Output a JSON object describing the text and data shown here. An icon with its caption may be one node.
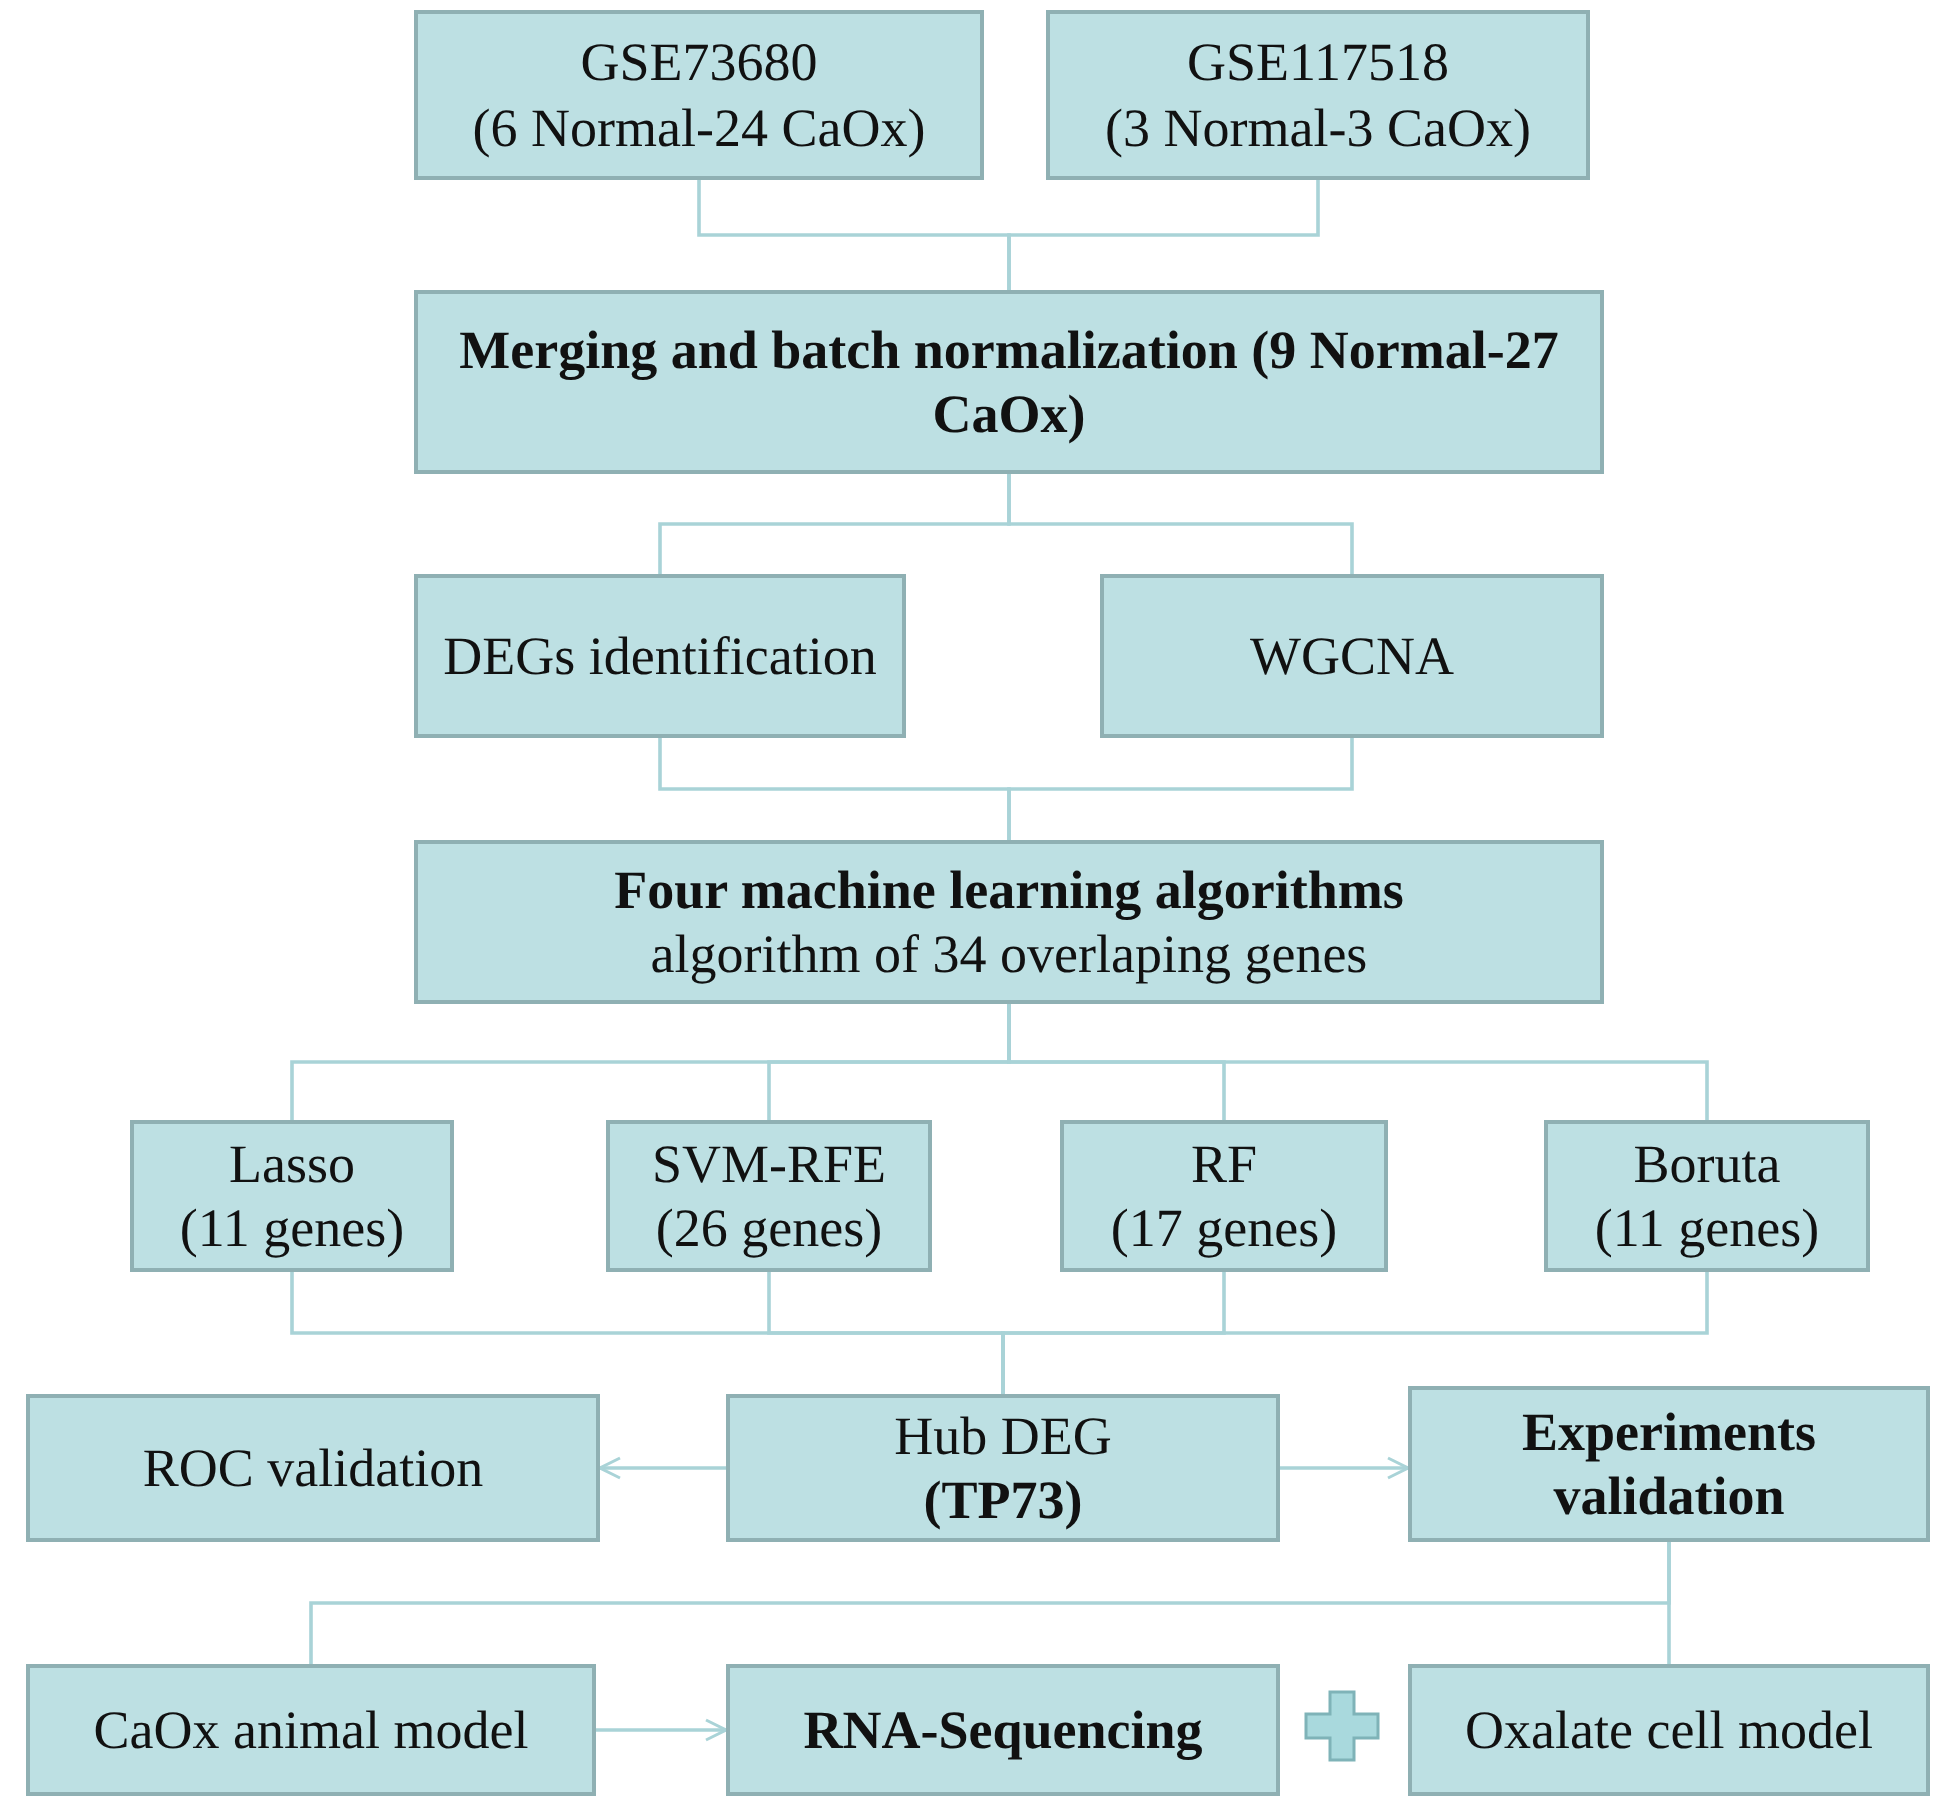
{
  "diagram": {
    "nodes": [
      {
        "text": [
          "GSE73680",
          "(6 Normal-24 CaOx)"
        ]
      },
      {
        "text": [
          "GSE117518",
          "(3 Normal-3 CaOx)"
        ]
      },
      {
        "text": [
          "Merging and batch normalization (9 Normal-27 CaOx)"
        ]
      },
      {
        "text": [
          "DEGs identification"
        ]
      },
      {
        "text": [
          "WGCNA"
        ]
      },
      {
        "text": [
          "Four machine learning algorithms",
          "algorithm of 34 overlaping genes"
        ]
      },
      {
        "text": [
          "Lasso",
          "(11 genes)"
        ]
      },
      {
        "text": [
          "SVM-RFE",
          "(26 genes)"
        ]
      },
      {
        "text": [
          "RF",
          "(17 genes)"
        ]
      },
      {
        "text": [
          "Boruta",
          "(11 genes)"
        ]
      },
      {
        "text": [
          "Hub DEG",
          "(TP73)"
        ]
      },
      {
        "text": [
          "ROC validation"
        ]
      },
      {
        "text": [
          "Experiments validation"
        ]
      },
      {
        "text": [
          "CaOx animal model"
        ]
      },
      {
        "text": [
          "RNA-Sequencing"
        ]
      },
      {
        "text": [
          "Oxalate cell model"
        ]
      }
    ],
    "edges": [
      {
        "from": 0,
        "to": 2,
        "arrow": "none"
      },
      {
        "from": 1,
        "to": 2,
        "arrow": "none"
      },
      {
        "from": 2,
        "to": 3,
        "arrow": "none"
      },
      {
        "from": 2,
        "to": 4,
        "arrow": "none"
      },
      {
        "from": 3,
        "to": 5,
        "arrow": "none"
      },
      {
        "from": 4,
        "to": 5,
        "arrow": "none"
      },
      {
        "from": 5,
        "to": 6,
        "arrow": "none"
      },
      {
        "from": 5,
        "to": 7,
        "arrow": "none"
      },
      {
        "from": 5,
        "to": 8,
        "arrow": "none"
      },
      {
        "from": 5,
        "to": 9,
        "arrow": "none"
      },
      {
        "from": 6,
        "to": 10,
        "arrow": "none"
      },
      {
        "from": 7,
        "to": 10,
        "arrow": "none"
      },
      {
        "from": 8,
        "to": 10,
        "arrow": "none"
      },
      {
        "from": 9,
        "to": 10,
        "arrow": "none"
      },
      {
        "from": 10,
        "to": 11,
        "arrow": "to"
      },
      {
        "from": 10,
        "to": 12,
        "arrow": "to"
      },
      {
        "from": 12,
        "to": 13,
        "arrow": "none"
      },
      {
        "from": 12,
        "to": 15,
        "arrow": "none"
      },
      {
        "from": 13,
        "to": 14,
        "arrow": "to"
      }
    ]
  }
}
